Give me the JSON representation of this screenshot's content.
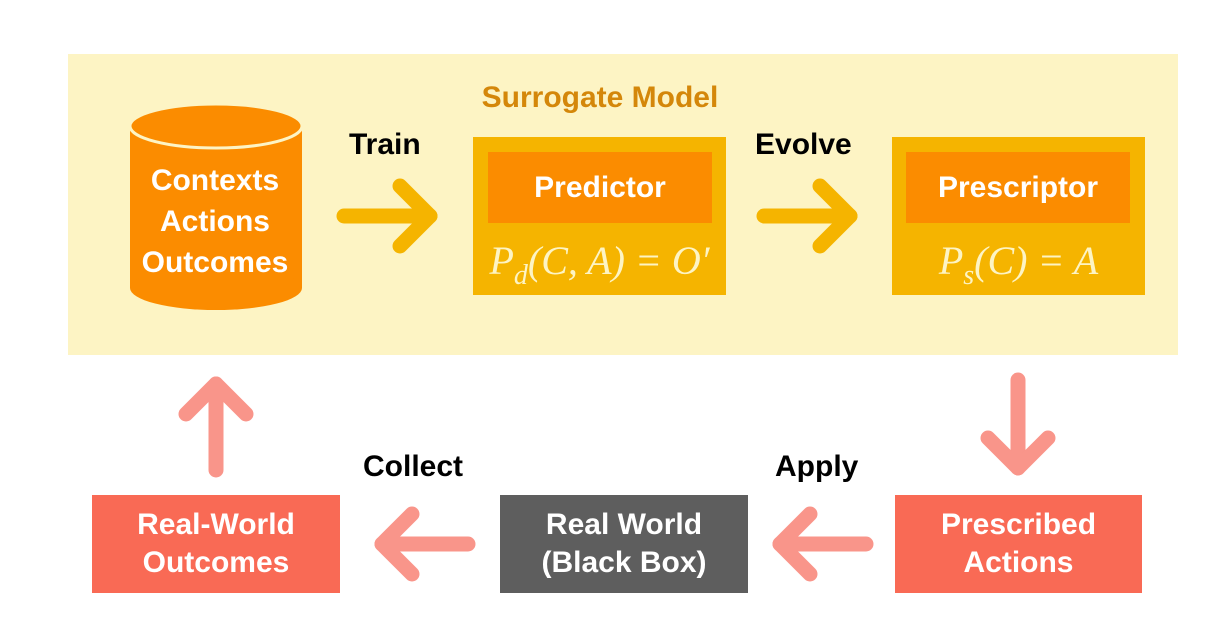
{
  "surrogate_model": {
    "title": "Surrogate Model",
    "data_store": {
      "lines": [
        "Contexts",
        "Actions",
        "Outcomes"
      ]
    },
    "predictor": {
      "label": "Predictor",
      "formula": {
        "p": "P",
        "sub": "d",
        "rest": "(C, A) = O′"
      }
    },
    "prescriptor": {
      "label": "Prescriptor",
      "formula": {
        "p": "P",
        "sub": "s",
        "rest": "(C) = A"
      }
    }
  },
  "edges": {
    "train": "Train",
    "evolve": "Evolve",
    "apply": "Apply",
    "collect": "Collect"
  },
  "real_world": {
    "outcomes": [
      "Real-World",
      "Outcomes"
    ],
    "black_box": [
      "Real World",
      "(Black Box)"
    ],
    "prescribed": [
      "Prescribed",
      "Actions"
    ]
  },
  "colors": {
    "panel_background": "#fdf4c4",
    "panel_title": "#d4870a",
    "model_outer": "#f5b400",
    "model_inner": "#fb8c00",
    "cylinder": "#fb8c00",
    "yellow_arrow": "#f5b400",
    "red_box": "#f96a55",
    "grey_box": "#5e5e5e",
    "pink_arrow": "#f9958a"
  }
}
